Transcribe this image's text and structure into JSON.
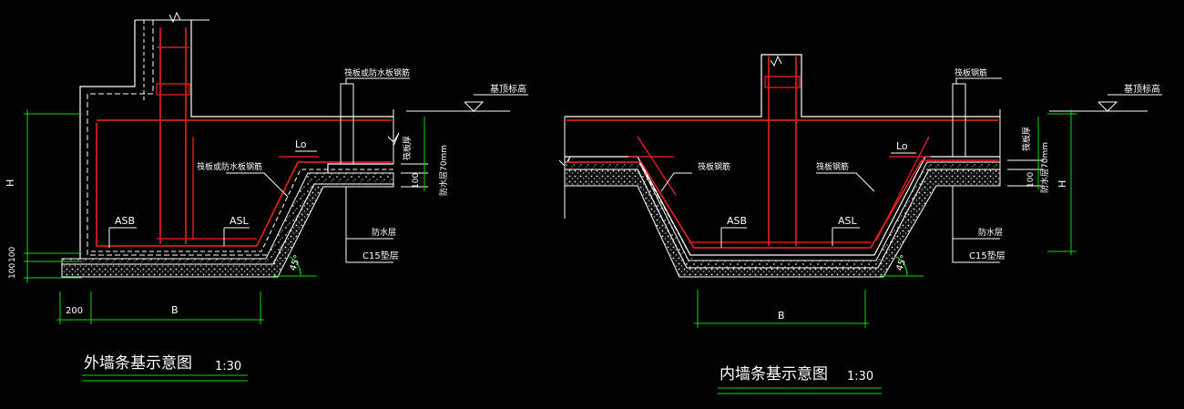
{
  "colors": {
    "bg": "#000000",
    "line": "#ffffff",
    "rebar": "#ff2020",
    "dim": "#00dd00"
  },
  "left": {
    "title": "外墙条基示意图",
    "scale": "1:30",
    "label_top_rebar": "筏板或防水板钢筋",
    "label_mid_rebar": "筏板或防水板钢筋",
    "label_top_elev": "基顶标高",
    "label_lo": "Lo",
    "label_asb": "ASB",
    "label_asl": "ASL",
    "label_thickness": "筏板厚",
    "label_protect": "防水层70mm",
    "label_waterproof": "防水层",
    "label_cushion": "C15垫层",
    "label_angle": "45°",
    "dim_h": "H",
    "dim_100_a": "100",
    "dim_100_b": "100",
    "dim_100_c": "100",
    "dim_200": "200",
    "dim_b": "B"
  },
  "right": {
    "title": "内墙条基示意图",
    "scale": "1:30",
    "label_top_rebar": "筏板钢筋",
    "label_mid_rebar_l": "筏板钢筋",
    "label_mid_rebar_r": "筏板钢筋",
    "label_top_elev": "基顶标高",
    "label_lo": "Lo",
    "label_asb": "ASB",
    "label_asl": "ASL",
    "label_thickness": "筏板厚",
    "label_protect": "防水层70mm",
    "label_waterproof": "防水层",
    "label_cushion": "C15垫层",
    "label_angle": "45°",
    "dim_h": "H",
    "dim_100": "100",
    "dim_b": "B"
  }
}
